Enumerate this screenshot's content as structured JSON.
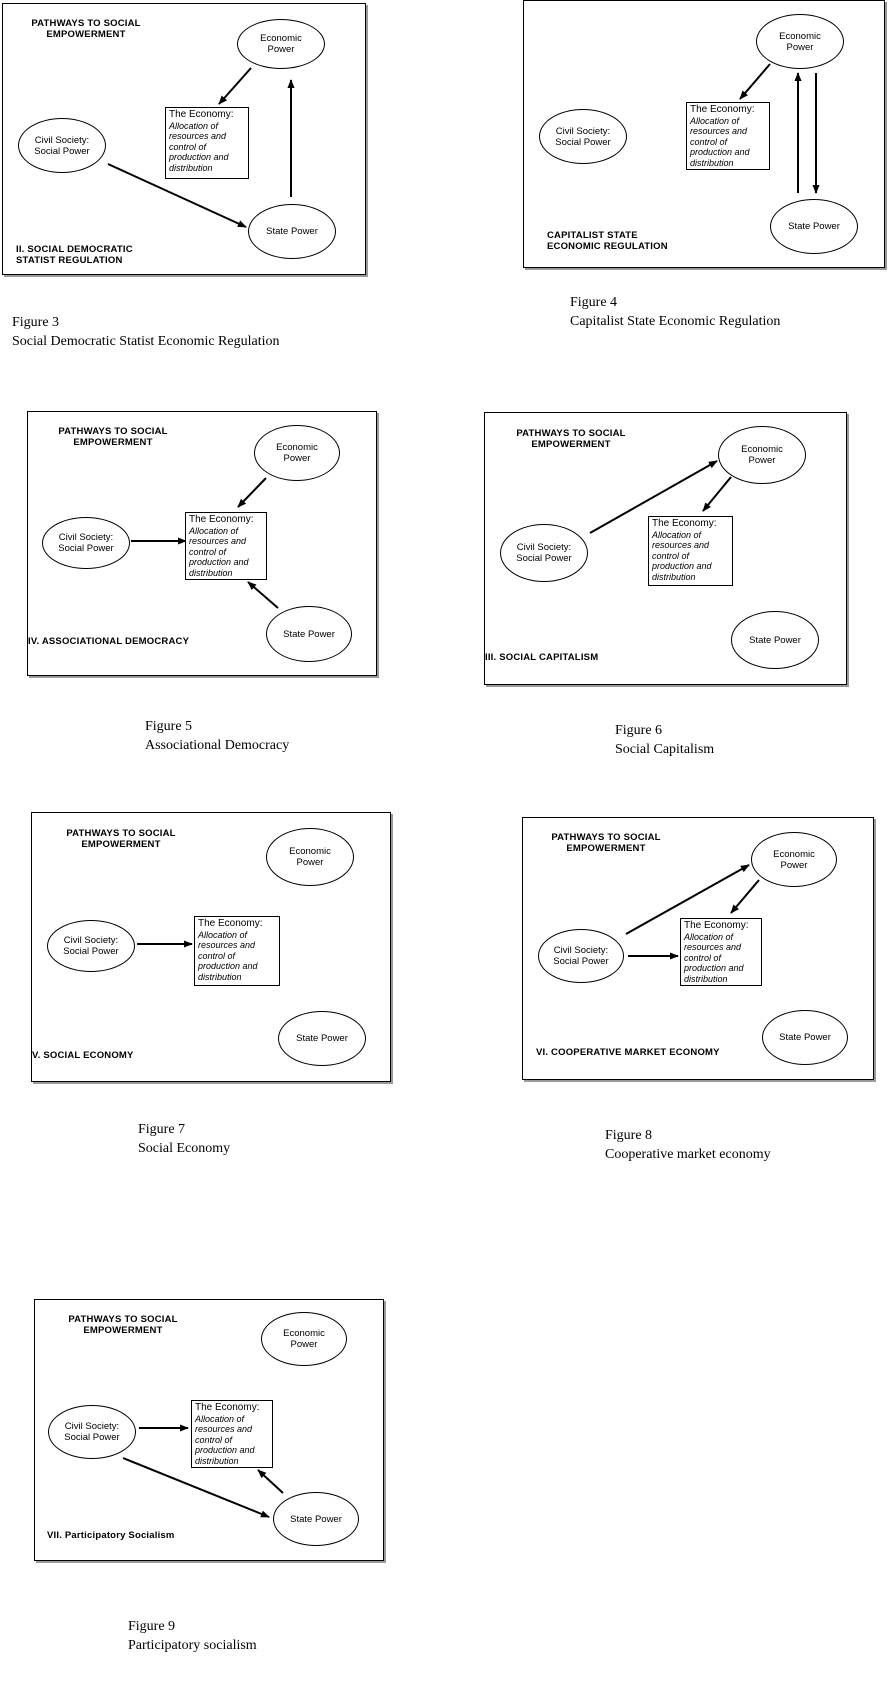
{
  "panels": [
    {
      "title": "PATHWAYS TO SOCIAL\nEMPOWERMENT",
      "label": "II. SOCIAL DEMOCRATIC\nSTATIST REGULATION",
      "civil": "Civil Society:\nSocial Power",
      "economic": "Economic\nPower",
      "state": "State Power",
      "economy_title": "The Economy:",
      "economy_desc": "Allocation of\nresources and\ncontrol of\nproduction and\ndistribution"
    },
    {
      "title": "",
      "label": "CAPITALIST STATE\nECONOMIC REGULATION",
      "civil": "Civil Society:\nSocial Power",
      "economic": "Economic\nPower",
      "state": "State Power",
      "economy_title": "The Economy:",
      "economy_desc": "Allocation of\nresources and\ncontrol of\nproduction and\ndistribution"
    },
    {
      "title": "PATHWAYS TO SOCIAL\nEMPOWERMENT",
      "label": "IV. ASSOCIATIONAL DEMOCRACY",
      "civil": "Civil Society:\nSocial Power",
      "economic": "Economic\nPower",
      "state": "State Power",
      "economy_title": "The Economy:",
      "economy_desc": "Allocation of\nresources and\ncontrol of\nproduction and\ndistribution"
    },
    {
      "title": "PATHWAYS TO SOCIAL\nEMPOWERMENT",
      "label": "III. SOCIAL CAPITALISM",
      "civil": "Civil Society:\nSocial Power",
      "economic": "Economic\nPower",
      "state": "State Power",
      "economy_title": "The Economy:",
      "economy_desc": "Allocation of\nresources and\ncontrol of\nproduction and\ndistribution"
    },
    {
      "title": "PATHWAYS TO SOCIAL\nEMPOWERMENT",
      "label": "V. SOCIAL ECONOMY",
      "civil": "Civil Society:\nSocial Power",
      "economic": "Economic\nPower",
      "state": "State Power",
      "economy_title": "The Economy:",
      "economy_desc": "Allocation of\nresources and\ncontrol of\nproduction and\ndistribution"
    },
    {
      "title": "PATHWAYS TO SOCIAL\nEMPOWERMENT",
      "label": "VI. COOPERATIVE MARKET ECONOMY",
      "civil": "Civil Society:\nSocial Power",
      "economic": "Economic\nPower",
      "state": "State Power",
      "economy_title": "The Economy:",
      "economy_desc": "Allocation of\nresources and\ncontrol of\nproduction and\ndistribution"
    },
    {
      "title": "PATHWAYS TO SOCIAL\nEMPOWERMENT",
      "label": "VII. Participatory Socialism",
      "civil": "Civil Society:\nSocial Power",
      "economic": "Economic\nPower",
      "state": "State Power",
      "economy_title": "The Economy:",
      "economy_desc": "Allocation of\nresources and\ncontrol of\nproduction and\ndistribution"
    }
  ],
  "captions": [
    {
      "number": "Figure 3",
      "title": "Social Democratic Statist Economic Regulation"
    },
    {
      "number": "Figure 4",
      "title": "Capitalist State Economic Regulation"
    },
    {
      "number": "Figure 5",
      "title": "Associational Democracy"
    },
    {
      "number": "Figure 6",
      "title": "Social Capitalism"
    },
    {
      "number": "Figure 7",
      "title": "Social Economy"
    },
    {
      "number": "Figure 8",
      "title": "Cooperative market economy"
    },
    {
      "number": "Figure 9",
      "title": "Participatory socialism"
    }
  ]
}
